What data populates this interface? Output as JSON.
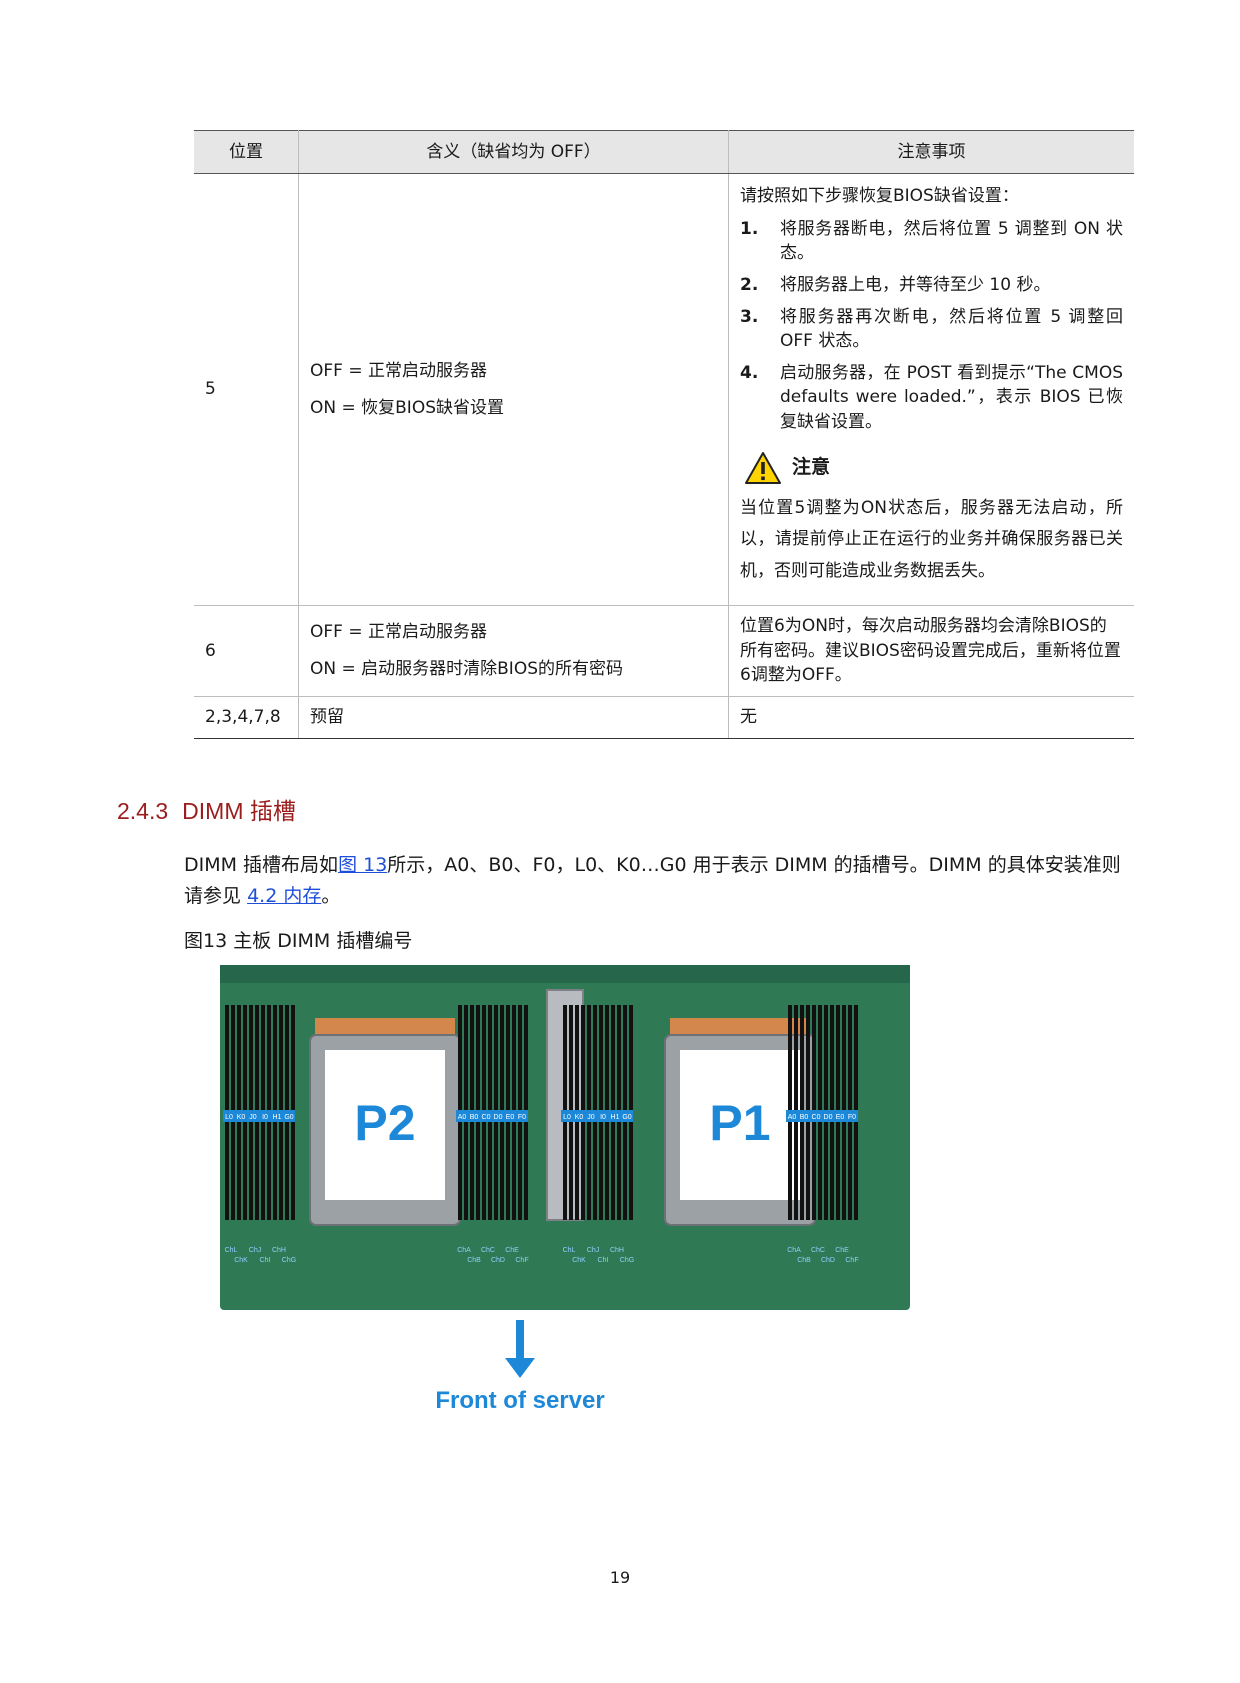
{
  "table": {
    "headers": [
      "位置",
      "含义（缺省均为 OFF）",
      "注意事项"
    ],
    "row5": {
      "position": "5",
      "meaning": [
        "OFF = 正常启动服务器",
        "ON = 恢复BIOS缺省设置"
      ],
      "notes_intro": "请按照如下步骤恢复BIOS缺省设置：",
      "steps": [
        {
          "num": "1.",
          "text": "将服务器断电，然后将位置 5 调整到 ON 状态。"
        },
        {
          "num": "2.",
          "text": "将服务器上电，并等待至少 10 秒。"
        },
        {
          "num": "3.",
          "text": "将服务器再次断电，然后将位置 5 调整回 OFF 状态。"
        },
        {
          "num": "4.",
          "text": "启动服务器，在 POST 看到提示“The CMOS defaults were loaded.”，表示 BIOS 已恢复缺省设置。"
        }
      ],
      "caution_title": "注意",
      "caution_text": "当位置5调整为ON状态后，服务器无法启动，所以，请提前停止正在运行的业务并确保服务器已关机，否则可能造成业务数据丢失。"
    },
    "row6": {
      "position": "6",
      "meaning": [
        "OFF = 正常启动服务器",
        "ON = 启动服务器时清除BIOS的所有密码"
      ],
      "notes": "位置6为ON时，每次启动服务器均会清除BIOS的所有密码。建议BIOS密码设置完成后，重新将位置6调整为OFF。"
    },
    "row_reserved": {
      "position": "2,3,4,7,8",
      "meaning": "预留",
      "notes": "无"
    }
  },
  "section": {
    "number": "2.4.3",
    "title": "DIMM 插槽",
    "para_part1": "DIMM 插槽布局如",
    "para_link1": "图 13",
    "para_part2": "所示，A0、B0、F0，L0、K0…G0 用于表示 DIMM 的插槽号。DIMM 的具体安装准则请参见",
    "para_link2": "4.2 内存",
    "para_part3": "。",
    "figure_caption": "图13 主板 DIMM 插槽编号"
  },
  "figure": {
    "cpu_labels": [
      "P2",
      "P1"
    ],
    "slot_labels": {
      "p2_left": [
        "L0",
        "K0",
        "J0",
        "I0",
        "H1",
        "G0"
      ],
      "p2_right": [
        "A0",
        "B0",
        "C0",
        "D0",
        "E0",
        "F0"
      ],
      "p1_left": [
        "L0",
        "K0",
        "J0",
        "I0",
        "H1",
        "G0"
      ],
      "p1_right": [
        "A0",
        "B0",
        "C0",
        "D0",
        "E0",
        "F0"
      ]
    },
    "channel_labels": {
      "p2_left_top": [
        "ChL",
        "ChJ",
        "ChH"
      ],
      "p2_left_bottom": [
        "ChK",
        "ChI",
        "ChG"
      ],
      "p2_right_top": [
        "ChA",
        "ChC",
        "ChE"
      ],
      "p2_right_bottom": [
        "ChB",
        "ChD",
        "ChF"
      ],
      "p1_left_top": [
        "ChL",
        "ChJ",
        "ChH"
      ],
      "p1_left_bottom": [
        "ChK",
        "ChI",
        "ChG"
      ],
      "p1_right_top": [
        "ChA",
        "ChC",
        "ChE"
      ],
      "p1_right_bottom": [
        "ChB",
        "ChD",
        "ChF"
      ]
    },
    "front_label": "Front of server",
    "colors": {
      "board": "#2f7a55",
      "accent": "#1e88d8",
      "dimm": "#111111"
    }
  },
  "page_number": "19"
}
